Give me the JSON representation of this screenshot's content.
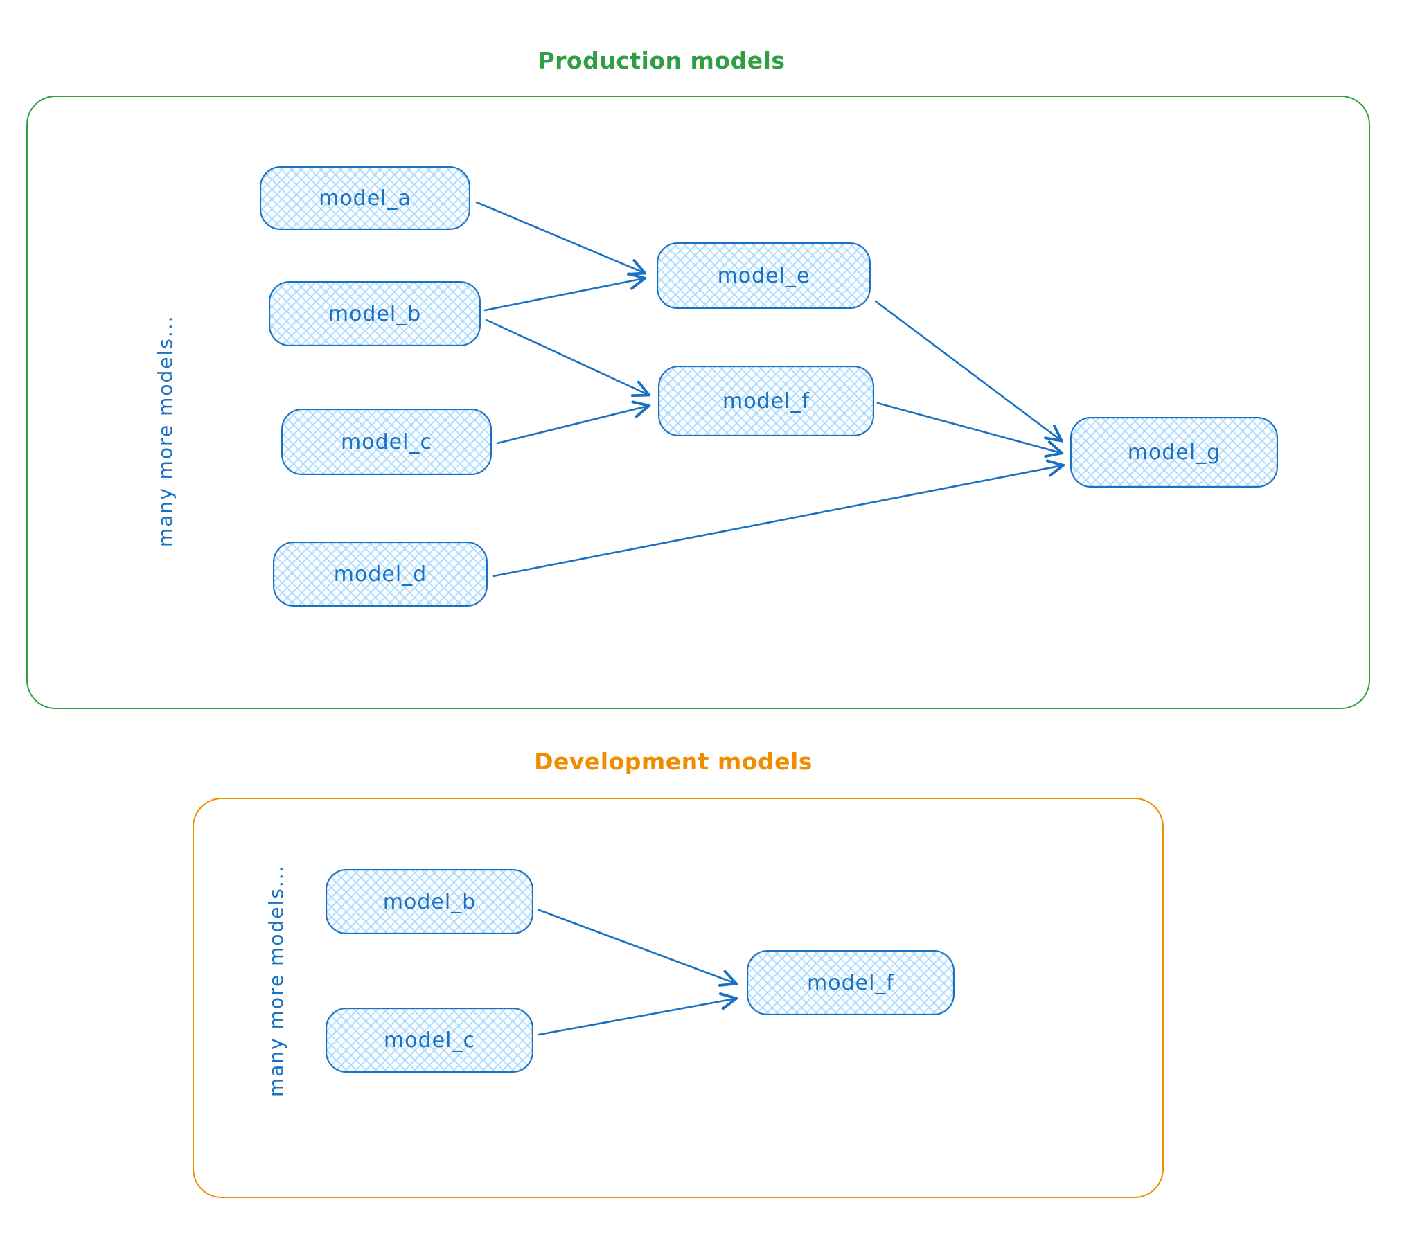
{
  "colors": {
    "node_stroke": "#1971c2",
    "node_fill": "#a5d8ff",
    "production_border": "#2f9e44",
    "development_border": "#f08c00"
  },
  "production": {
    "title": "Production models",
    "side_label": "many more models...",
    "nodes": [
      {
        "id": "model_a",
        "label": "model_a"
      },
      {
        "id": "model_b",
        "label": "model_b"
      },
      {
        "id": "model_c",
        "label": "model_c"
      },
      {
        "id": "model_d",
        "label": "model_d"
      },
      {
        "id": "model_e",
        "label": "model_e"
      },
      {
        "id": "model_f",
        "label": "model_f"
      },
      {
        "id": "model_g",
        "label": "model_g"
      }
    ],
    "edges": [
      {
        "from": "model_a",
        "to": "model_e"
      },
      {
        "from": "model_b",
        "to": "model_e"
      },
      {
        "from": "model_b",
        "to": "model_f"
      },
      {
        "from": "model_c",
        "to": "model_f"
      },
      {
        "from": "model_d",
        "to": "model_g"
      },
      {
        "from": "model_e",
        "to": "model_g"
      },
      {
        "from": "model_f",
        "to": "model_g"
      }
    ]
  },
  "development": {
    "title": "Development models",
    "side_label": "many more models...",
    "nodes": [
      {
        "id": "model_b",
        "label": "model_b"
      },
      {
        "id": "model_c",
        "label": "model_c"
      },
      {
        "id": "model_f",
        "label": "model_f"
      }
    ],
    "edges": [
      {
        "from": "model_b",
        "to": "model_f"
      },
      {
        "from": "model_c",
        "to": "model_f"
      }
    ]
  }
}
